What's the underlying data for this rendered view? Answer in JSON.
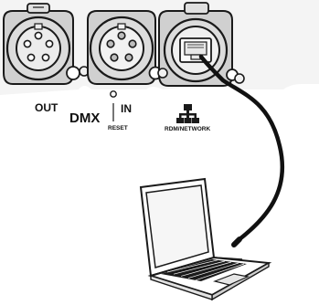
{
  "labels": {
    "out": "OUT",
    "dmx": "DMX",
    "in": "IN",
    "reset": "RESET",
    "rdm_network": "RDM/NETWORK"
  },
  "icons": {
    "xlr_out": "xlr-5pin-female-socket",
    "xlr_in": "xlr-5pin-male-socket",
    "ethercon": "ethercon-rj45-socket",
    "network": "network-tree-icon",
    "computer": "laptop-computer"
  },
  "colors": {
    "line": "#1a1a1a",
    "panel_shade": "#c8c8c8",
    "socket_fill": "#e6e6e6",
    "cable": "#111111"
  }
}
